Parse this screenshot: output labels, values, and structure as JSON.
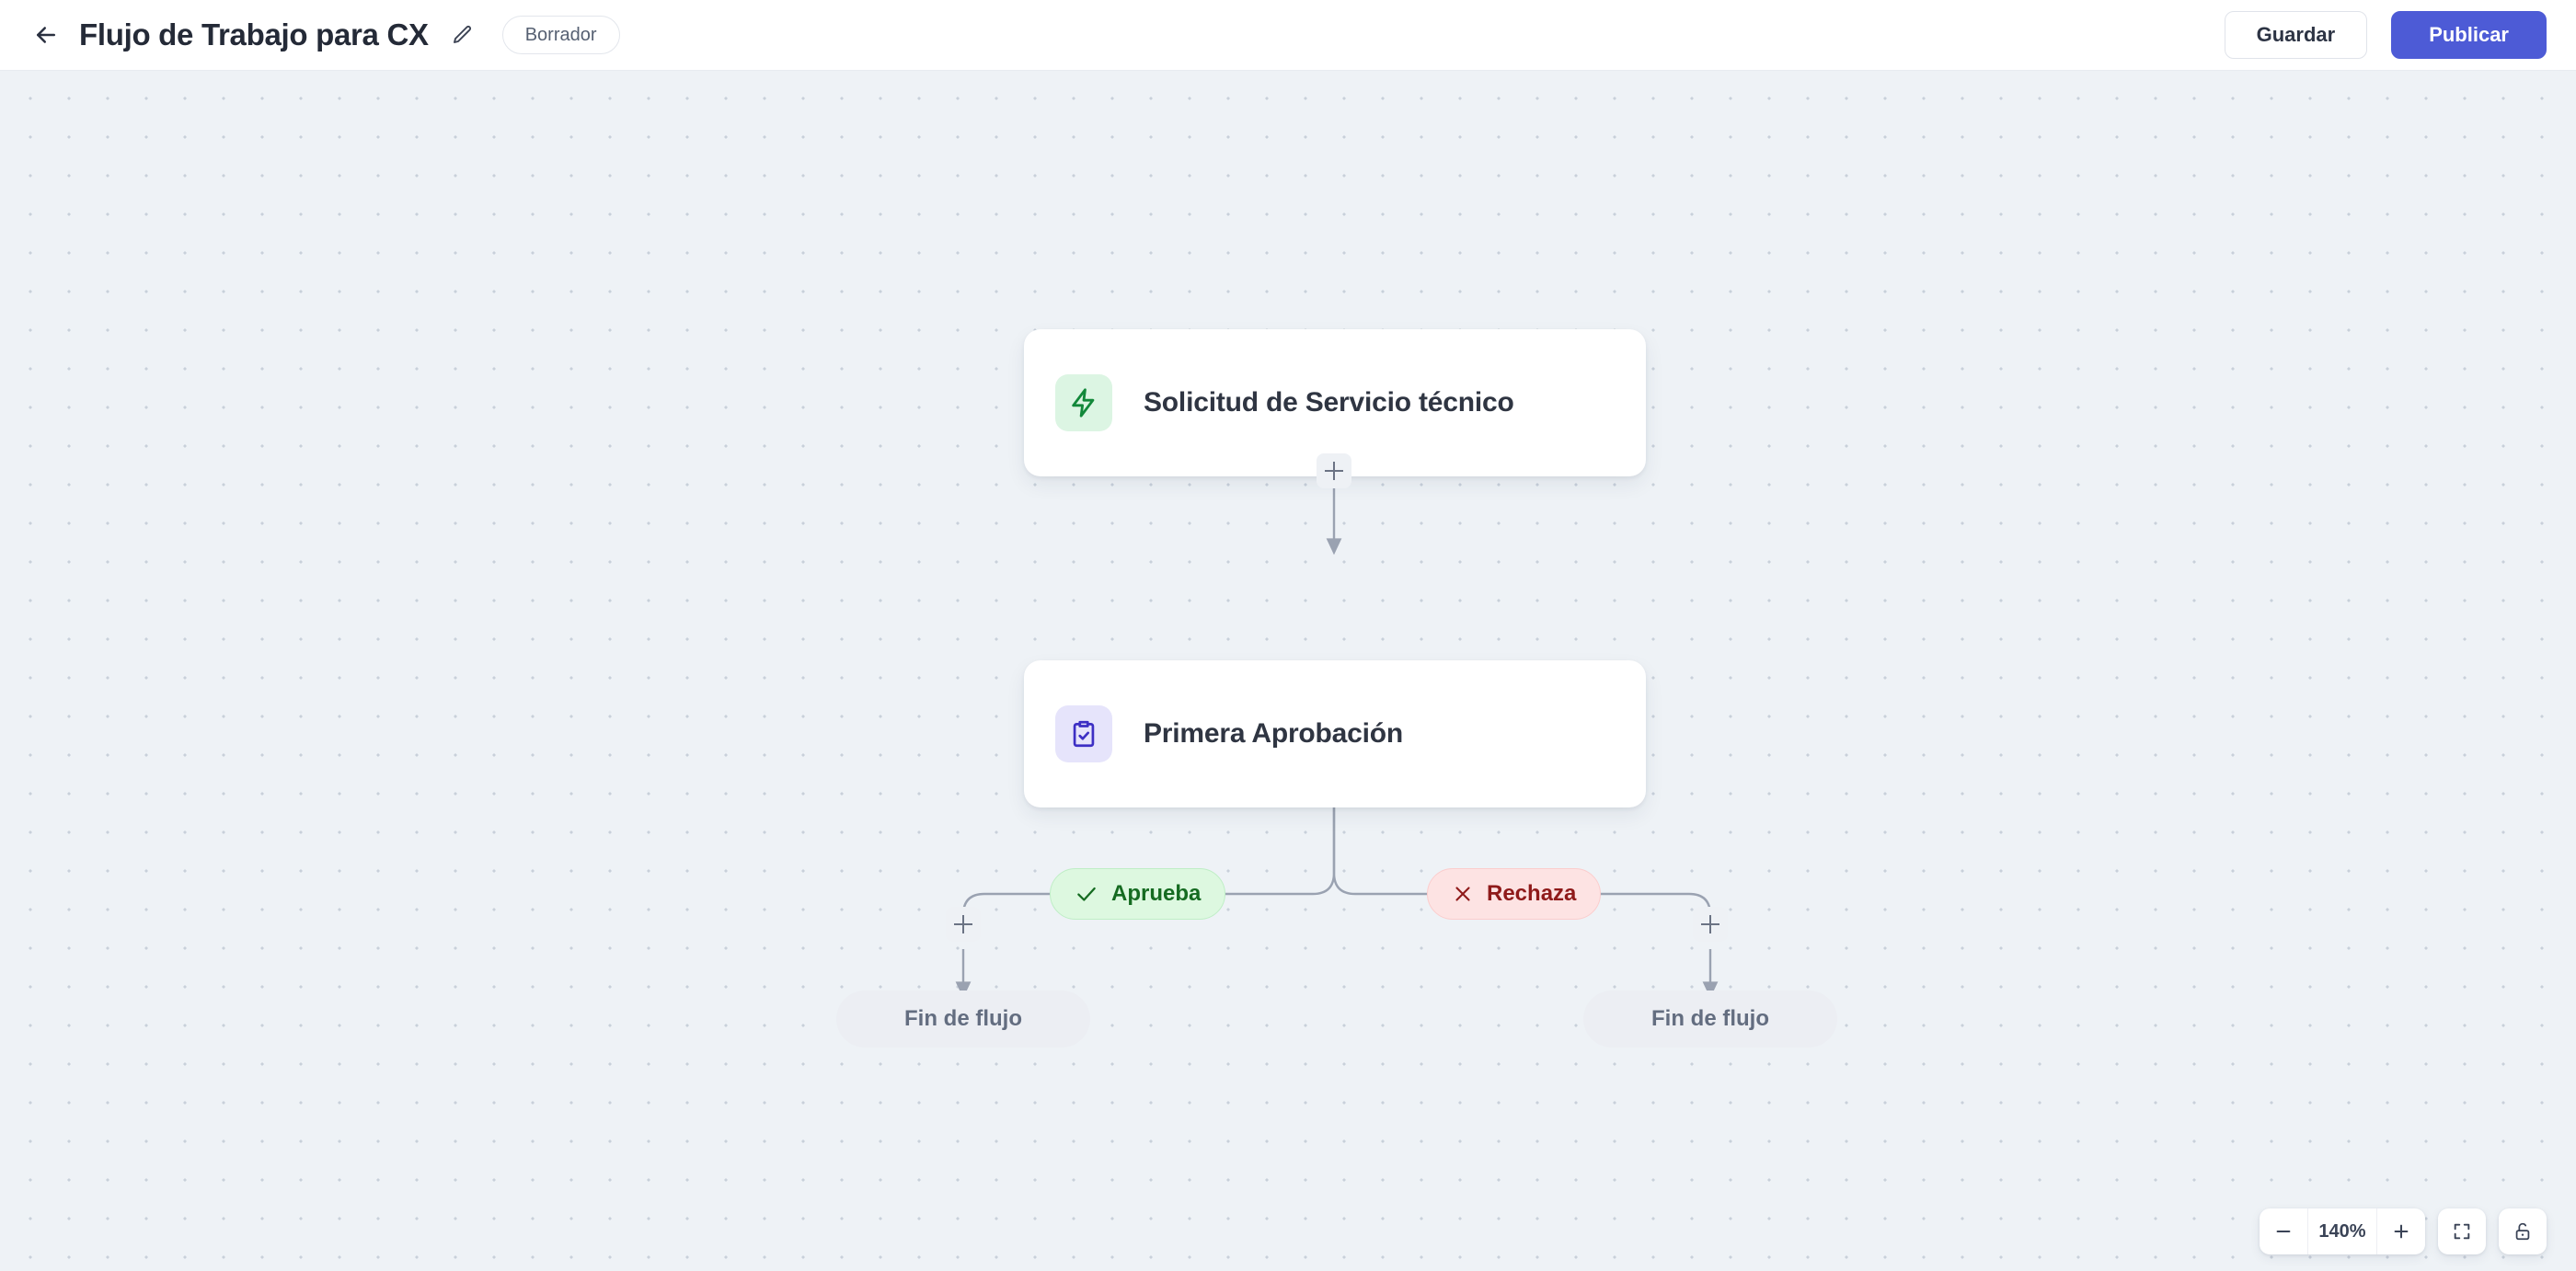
{
  "header": {
    "back_icon": "arrow-left-icon",
    "title": "Flujo de Trabajo para CX",
    "edit_icon": "pencil-icon",
    "status_badge": "Borrador",
    "save_label": "Guardar",
    "publish_label": "Publicar",
    "publish_color": "#4d5bd6"
  },
  "canvas": {
    "nodes": [
      {
        "id": "trigger",
        "title": "Solicitud de Servicio técnico",
        "icon": "lightning-bolt-icon",
        "icon_color": "#12883a",
        "icon_bg": "#dcf5e3"
      },
      {
        "id": "approval",
        "title": "Primera Aprobación",
        "icon": "clipboard-check-icon",
        "icon_color": "#3d2fc4",
        "icon_bg": "#e6e4fb"
      }
    ],
    "branches": [
      {
        "id": "approve",
        "label": "Aprueba",
        "icon": "check-icon",
        "color": "#156b21",
        "bg": "#ddf8e0"
      },
      {
        "id": "reject",
        "label": "Rechaza",
        "icon": "x-icon",
        "color": "#8f1a1a",
        "bg": "#fde3e3"
      }
    ],
    "end_nodes": [
      {
        "id": "end-left",
        "label": "Fin de flujo"
      },
      {
        "id": "end-right",
        "label": "Fin de flujo"
      }
    ],
    "add_buttons": [
      {
        "id": "add-trunk",
        "icon": "plus-icon"
      },
      {
        "id": "add-left",
        "icon": "plus-icon"
      },
      {
        "id": "add-right",
        "icon": "plus-icon"
      }
    ]
  },
  "view_controls": {
    "zoom_out_icon": "minus-icon",
    "zoom_level": "140%",
    "zoom_in_icon": "plus-icon",
    "fit_view_icon": "fit-view-icon",
    "lock_icon": "unlock-icon"
  }
}
